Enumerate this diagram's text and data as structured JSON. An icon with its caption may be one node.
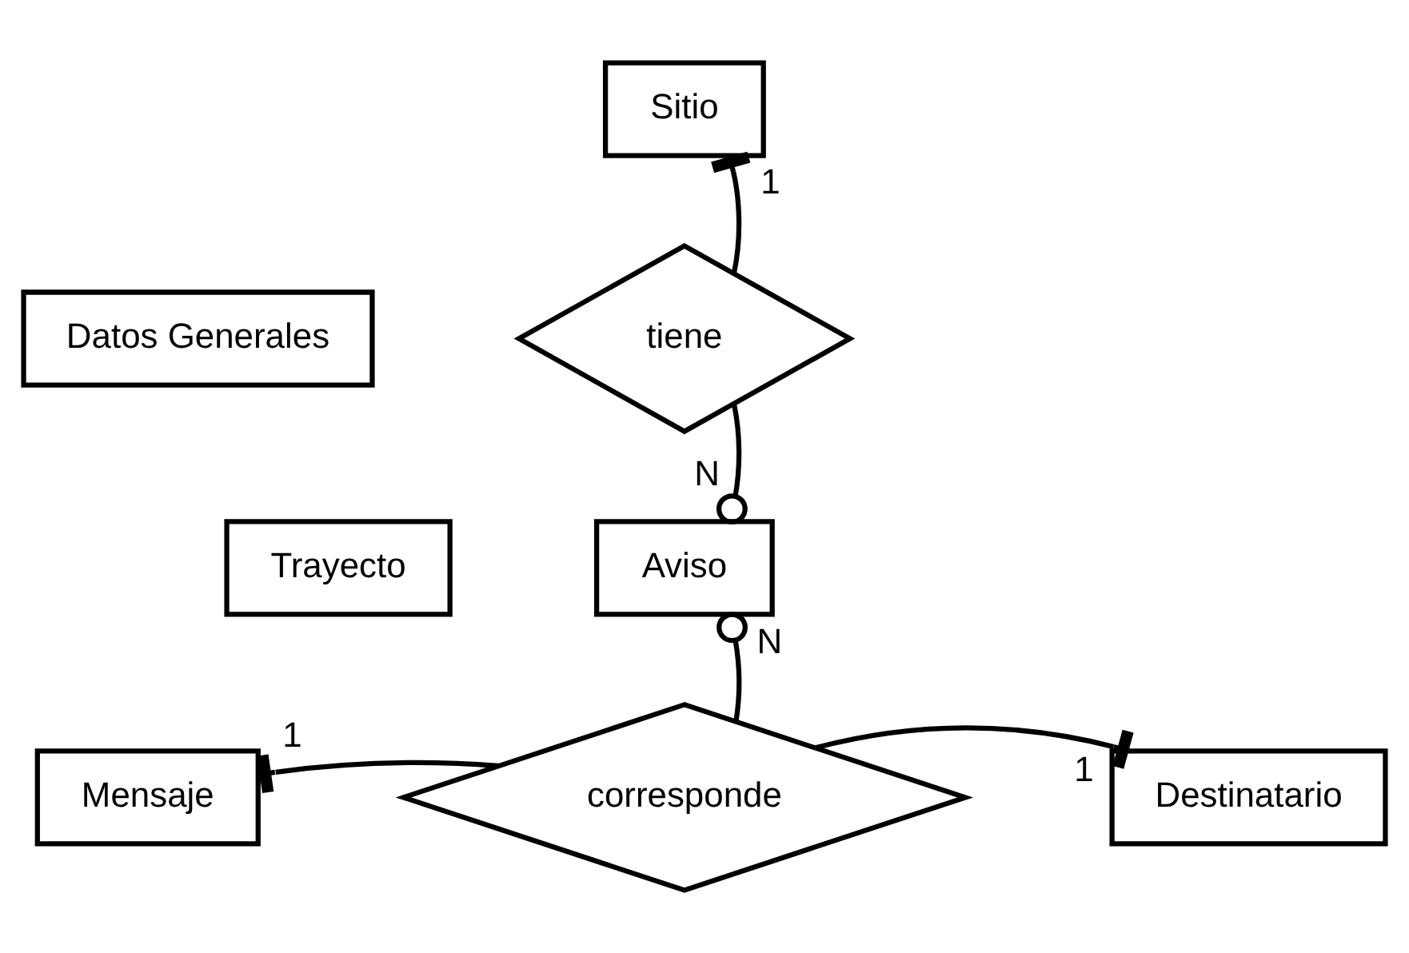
{
  "diagram": {
    "nodes": [
      {
        "text": [
          "Sitio"
        ]
      },
      {
        "text": [
          "Datos Generales"
        ]
      },
      {
        "text": [
          "tiene"
        ]
      },
      {
        "text": [
          "Trayecto"
        ]
      },
      {
        "text": [
          "Aviso"
        ]
      },
      {
        "text": [
          "Mensaje"
        ]
      },
      {
        "text": [
          "corresponde"
        ]
      },
      {
        "text": [
          "Destinatario"
        ]
      }
    ],
    "edges": [
      {
        "from": 2,
        "to": 0,
        "arrow": "other",
        "label": "1"
      },
      {
        "from": 2,
        "to": 4,
        "arrow": "other",
        "label": "N"
      },
      {
        "from": 6,
        "to": 4,
        "arrow": "other",
        "label": "N"
      },
      {
        "from": 6,
        "to": 5,
        "arrow": "other",
        "label": "1"
      },
      {
        "from": 6,
        "to": 7,
        "arrow": "other",
        "label": "1"
      }
    ]
  }
}
